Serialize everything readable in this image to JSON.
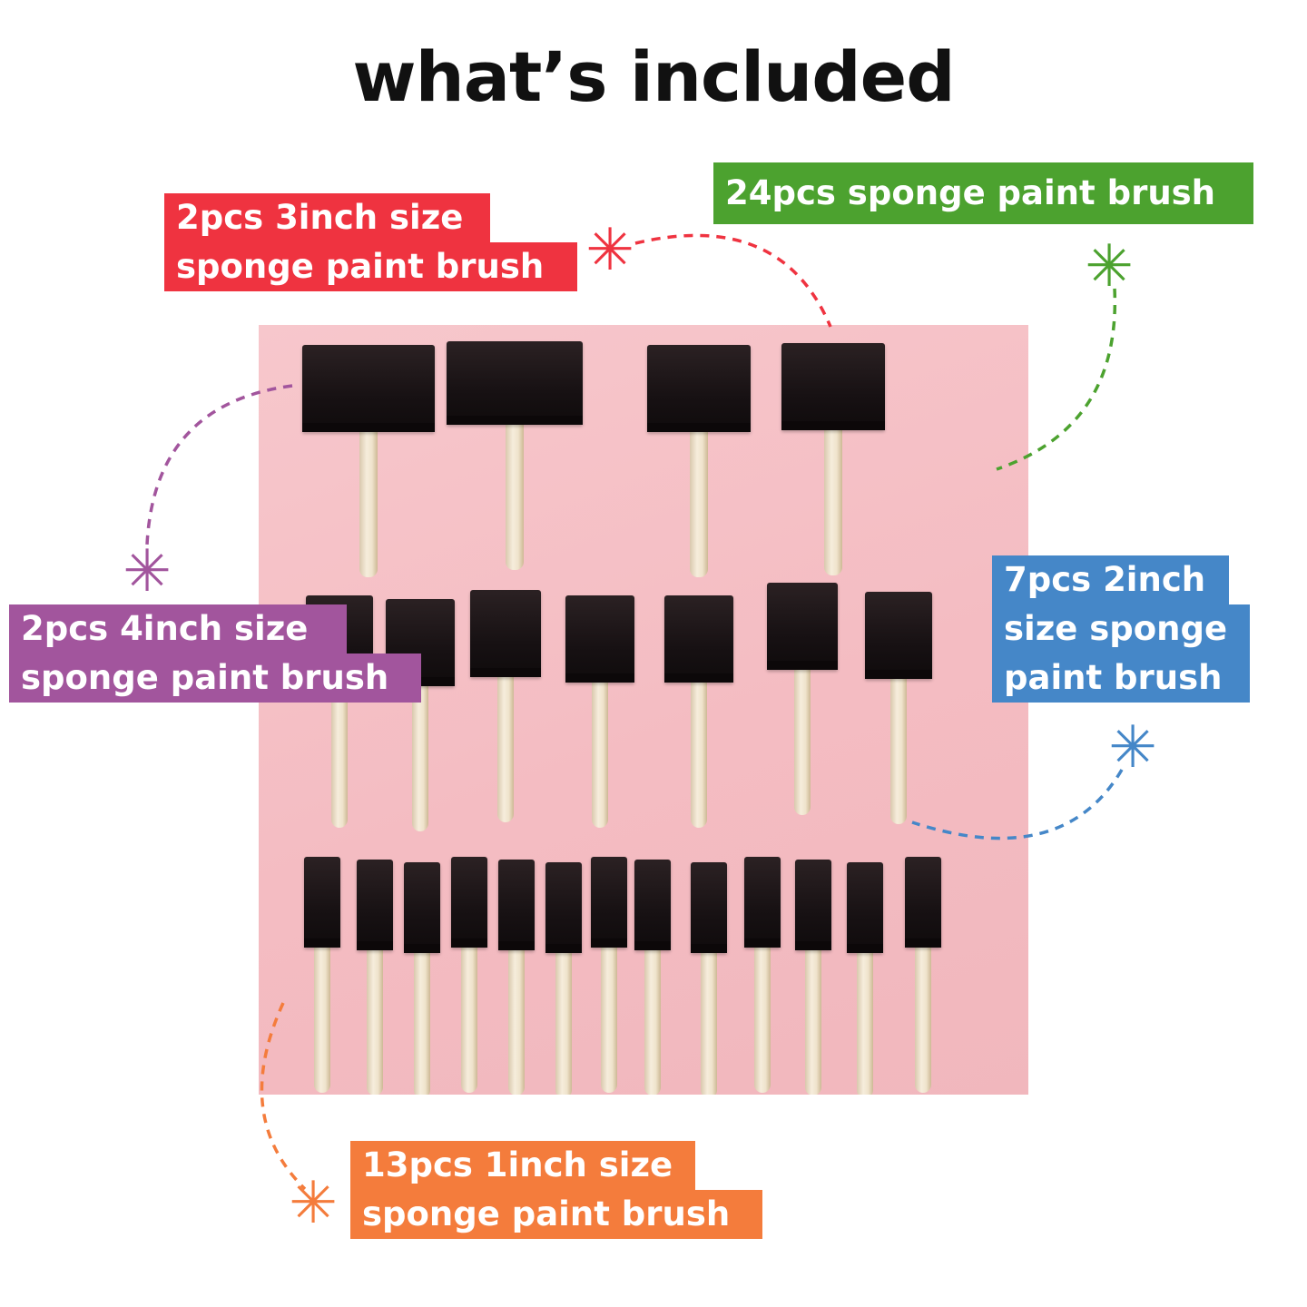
{
  "title": "what’s included",
  "labels": {
    "three_inch": {
      "lines": [
        "2pcs 3inch size",
        "sponge paint brush"
      ],
      "color": "#ef3340"
    },
    "total": {
      "lines": [
        "24pcs sponge paint brush"
      ],
      "color": "#4ca22f"
    },
    "four_inch": {
      "lines": [
        "2pcs 4inch size",
        "sponge paint brush"
      ],
      "color": "#a2559d"
    },
    "two_inch": {
      "lines": [
        "7pcs 2inch",
        "size sponge",
        "paint brush"
      ],
      "color": "#4587c8"
    },
    "one_inch": {
      "lines": [
        "13pcs 1inch size",
        "sponge paint brush"
      ],
      "color": "#f47c3c"
    }
  },
  "icons": {
    "three_inch": "asterisk-icon",
    "total": "asterisk-icon",
    "four_inch": "asterisk-icon",
    "two_inch": "asterisk-icon",
    "one_inch": "asterisk-icon"
  },
  "brush_counts": {
    "row_large": 4,
    "row_medium": 7,
    "row_small": 13
  }
}
